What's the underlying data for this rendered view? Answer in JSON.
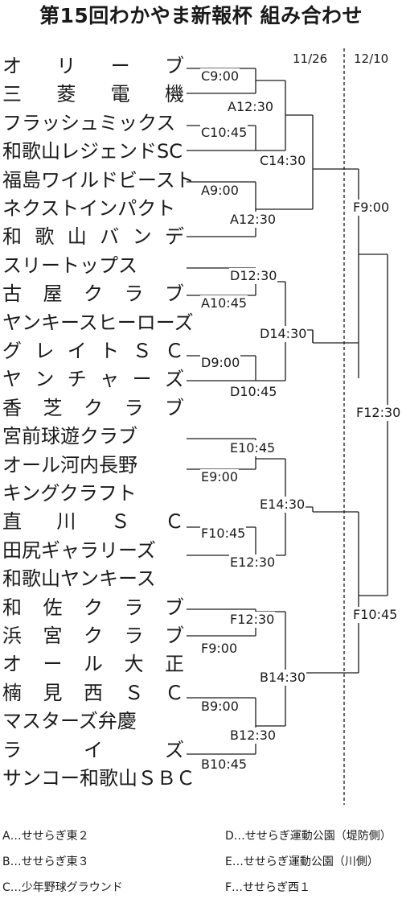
{
  "title": "第15回わかやま新報杯 組み合わせ",
  "rounds": [
    "11/26",
    "12/10"
  ],
  "teams": [
    "オ リ ー ブ",
    "三 菱 電 機",
    "フラッシュミックス",
    "和歌山レジェンドSC",
    "福島ワイルドビースト",
    "ネクストインパクト",
    "和 歌 山 バ ン デ",
    "スリートップス",
    "古 屋 ク ラ ブ",
    "ヤンキースヒーローズ",
    "グ レ イ ト Ｓ Ｃ",
    "ヤ ン チ ャ ー ズ",
    "香 芝 ク ラ ブ",
    "宮前球遊クラブ",
    "オール河内長野",
    "キングクラフト",
    "直 川 Ｓ Ｃ",
    "田尻ギャラリーズ",
    "和歌山ヤンキース",
    "和 佐 ク ラ ブ",
    "浜 宮 ク ラ ブ",
    "オ ー ル 大 正",
    "楠 見 西 Ｓ Ｃ",
    "マスターズ弁慶",
    "ラ イ ズ",
    "サンコー和歌山ＳＢＣ"
  ],
  "matches": {
    "m1": "C9:00",
    "m2": "A12:30",
    "m3": "C10:45",
    "m4": "C14:30",
    "m5": "A9:00",
    "m6": "A12:30",
    "m7": "F9:00",
    "m8": "D12:30",
    "m9": "A10:45",
    "m10": "D14:30",
    "m11": "D9:00",
    "m12": "D10:45",
    "m13": "F12:30",
    "m14": "E10:45",
    "m15": "E9:00",
    "m16": "E14:30",
    "m17": "F10:45",
    "m18": "E12:30",
    "m19": "F10:45",
    "m20": "F12:30",
    "m21": "F9:00",
    "m22": "B14:30",
    "m23": "B9:00",
    "m24": "B12:30",
    "m25": "B10:45"
  },
  "legend": [
    "A…せせらぎ東２",
    "B…せせらぎ東３",
    "C…少年野球グラウンド",
    "D…せせらぎ運動公園（堤防側）",
    "E…せせらぎ運動公園（川側）",
    "F…せせらぎ西１"
  ]
}
